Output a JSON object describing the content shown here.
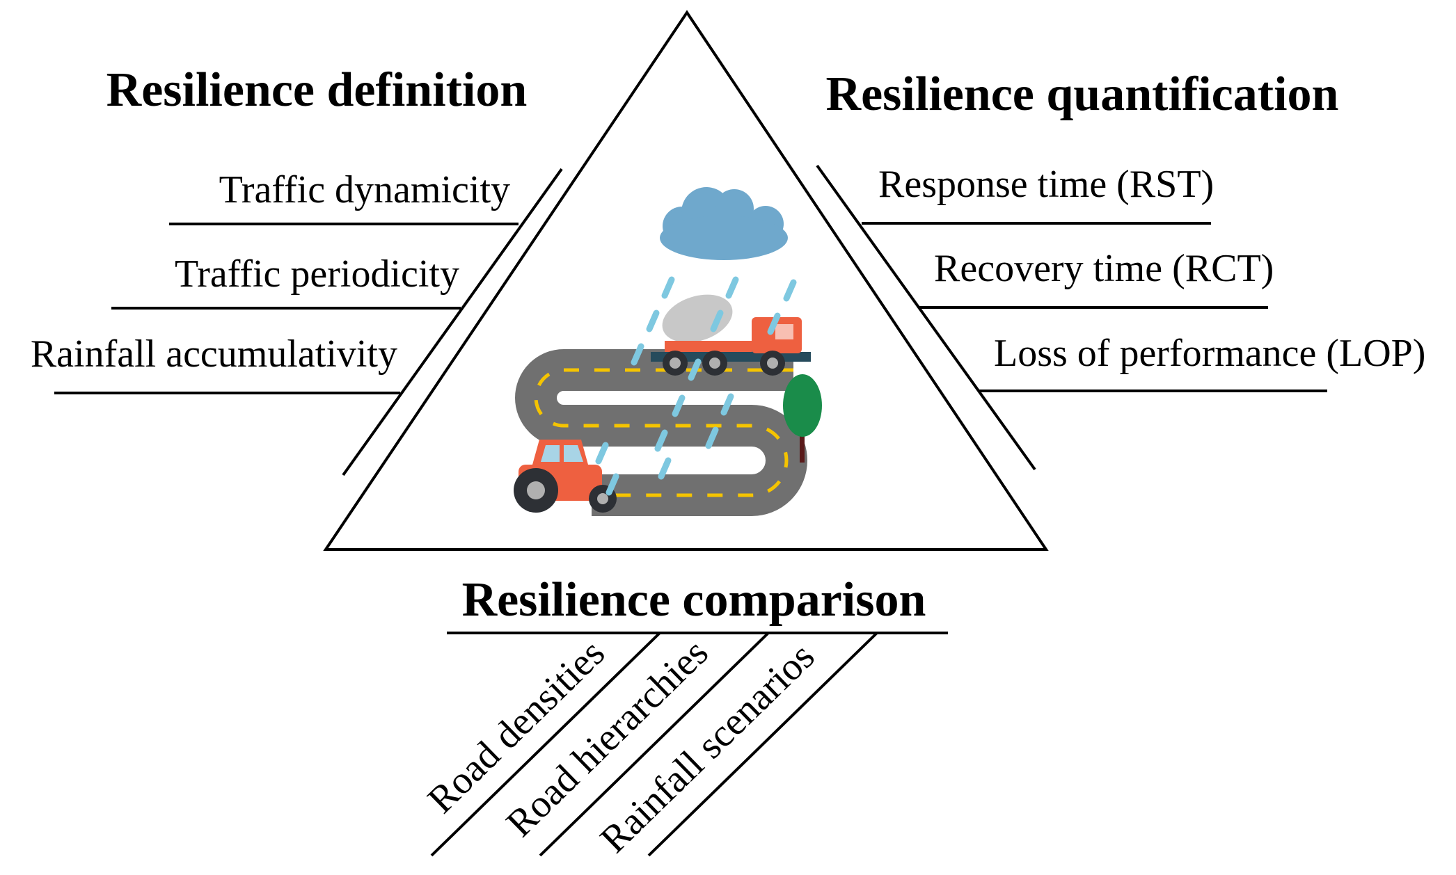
{
  "sections": {
    "definition": {
      "heading": "Resilience definition",
      "items": [
        "Traffic dynamicity",
        "Traffic periodicity",
        "Rainfall accumulativity"
      ]
    },
    "quantification": {
      "heading": "Resilience quantification",
      "items": [
        "Response time (RST)",
        "Recovery time (RCT)",
        "Loss of performance (LOP)"
      ]
    },
    "comparison": {
      "heading": "Resilience comparison",
      "items": [
        "Road densities",
        "Road hierarchies",
        "Rainfall scenarios"
      ]
    }
  },
  "illustration": {
    "icons": [
      "cloud-icon",
      "rain-icon",
      "road-icon",
      "mixer-truck-icon",
      "tractor-icon",
      "tree-icon"
    ],
    "colors": {
      "cloud": "#6fa8cc",
      "rain": "#7ec8e0",
      "road": "#707070",
      "road_marking": "#f5c400",
      "vehicle": "#ee6040",
      "tree": "#1a8c4a"
    }
  }
}
